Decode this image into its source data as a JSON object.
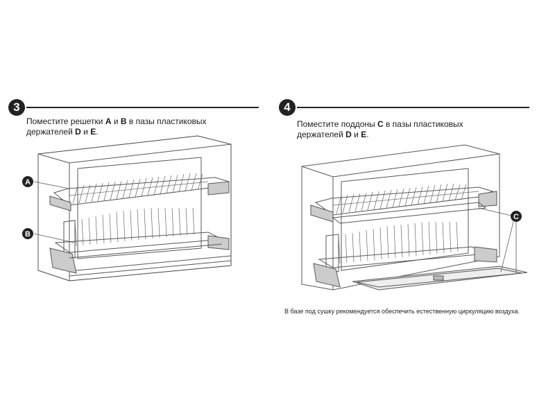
{
  "steps": [
    {
      "number": "3",
      "line1_before": "Поместите решетки ",
      "part1": "A",
      "line1_mid": " и ",
      "part2": "B",
      "line1_after": " в пазы пластиковых",
      "line2_before": "держателей ",
      "holder1": "D",
      "line2_mid": " и ",
      "holder2": "E",
      "line2_after": ".",
      "callouts": [
        "A",
        "B"
      ]
    },
    {
      "number": "4",
      "line1_before": "Поместите поддоны ",
      "part1": "C",
      "line1_after": " в пазы пластиковых",
      "line2_before": "держателей ",
      "holder1": "D",
      "line2_mid": " и ",
      "holder2": "E",
      "line2_after": ".",
      "callouts": [
        "C"
      ]
    }
  ],
  "footnote": "В базе под сушку рекомендуется обеспечить естественную циркуляцию воздуха.",
  "colors": {
    "ink": "#222222",
    "line": "#555555",
    "badge": "#222222"
  },
  "icons": [
    "step-number-badge",
    "callout-badge",
    "cabinet-illustration"
  ]
}
